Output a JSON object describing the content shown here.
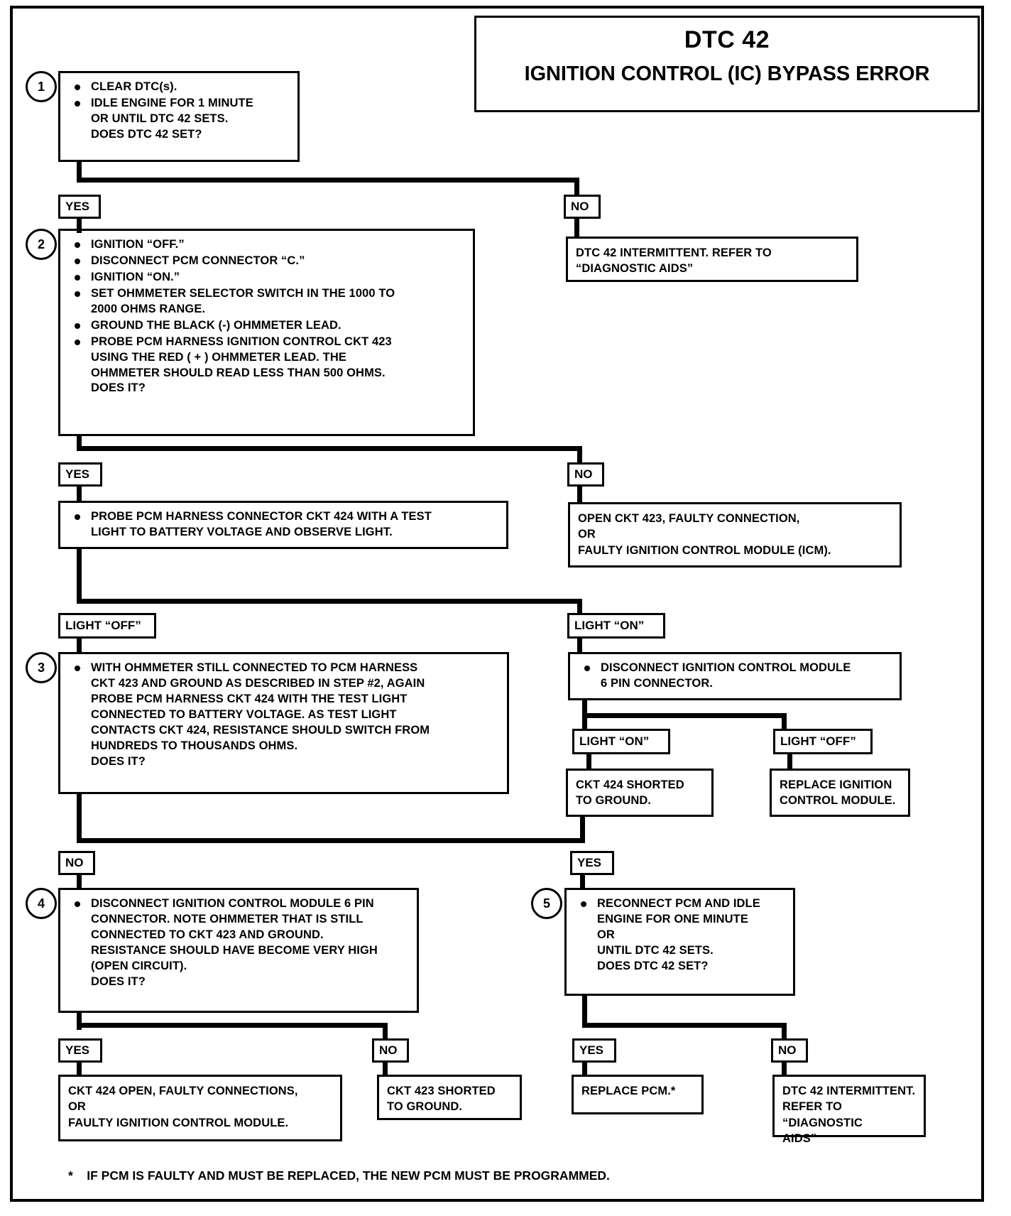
{
  "header": {
    "title_main": "DTC 42",
    "title_sub": "IGNITION CONTROL (IC) BYPASS ERROR"
  },
  "steps": {
    "s1": {
      "number": "1",
      "lines": [
        "CLEAR DTC(s).",
        "IDLE ENGINE FOR 1 MINUTE\nOR UNTIL DTC 42 SETS.\nDOES DTC 42 SET?"
      ]
    },
    "s2": {
      "number": "2",
      "lines": [
        "IGNITION “OFF.”",
        "DISCONNECT PCM CONNECTOR “C.”",
        "IGNITION “ON.”",
        "SET OHMMETER SELECTOR SWITCH IN THE 1000 TO\n2000 OHMS RANGE.",
        "GROUND THE BLACK (-) OHMMETER LEAD.",
        "PROBE PCM HARNESS IGNITION CONTROL CKT 423\nUSING THE RED ( + ) OHMMETER LEAD.  THE\nOHMMETER SHOULD READ LESS THAN 500 OHMS.\nDOES IT?"
      ]
    },
    "s3": {
      "number": "3",
      "lines": [
        "WITH OHMMETER STILL CONNECTED TO PCM HARNESS\nCKT 423 AND GROUND AS DESCRIBED IN STEP #2, AGAIN\nPROBE PCM HARNESS CKT 424 WITH THE TEST LIGHT\nCONNECTED TO BATTERY VOLTAGE.  AS TEST LIGHT\nCONTACTS CKT 424, RESISTANCE SHOULD SWITCH FROM\nHUNDREDS TO THOUSANDS OHMS.\nDOES IT?"
      ]
    },
    "s4": {
      "number": "4",
      "lines": [
        "DISCONNECT IGNITION CONTROL MODULE 6 PIN\nCONNECTOR.  NOTE OHMMETER THAT IS STILL\nCONNECTED TO CKT 423 AND GROUND.\nRESISTANCE SHOULD HAVE BECOME VERY HIGH\n(OPEN CIRCUIT).\nDOES IT?"
      ]
    },
    "s5": {
      "number": "5",
      "lines": [
        "RECONNECT PCM AND IDLE\nENGINE FOR ONE MINUTE\nOR\nUNTIL DTC 42 SETS.\nDOES DTC 42 SET?"
      ]
    },
    "probe424": {
      "lines": [
        "PROBE PCM HARNESS CONNECTOR CKT 424 WITH A TEST\nLIGHT TO BATTERY VOLTAGE AND OBSERVE LIGHT."
      ]
    },
    "disconnect_icm": {
      "lines": [
        "DISCONNECT IGNITION CONTROL MODULE\n6 PIN CONNECTOR."
      ]
    }
  },
  "results": {
    "intermittent_top": "DTC 42 INTERMITTENT.  REFER TO\n“DIAGNOSTIC AIDS”",
    "open_ckt_423": "OPEN CKT 423, FAULTY CONNECTION,\nOR\nFAULTY IGNITION CONTROL MODULE (ICM).",
    "ckt424_shorted": "CKT 424  SHORTED\nTO GROUND.",
    "replace_icm": "REPLACE IGNITION\nCONTROL MODULE.",
    "ckt424_open": "CKT 424 OPEN, FAULTY CONNECTIONS,\nOR\nFAULTY IGNITION CONTROL MODULE.",
    "ckt423_shorted": "CKT 423  SHORTED\nTO GROUND.",
    "replace_pcm": "REPLACE PCM.*",
    "intermittent_bottom": "DTC 42 INTERMITTENT.\nREFER TO “DIAGNOSTIC\nAIDS”"
  },
  "labels": {
    "yes1": "YES",
    "no1": "NO",
    "yes2": "YES",
    "no2": "NO",
    "light_off1": "LIGHT “OFF”",
    "light_on1": "LIGHT “ON”",
    "light_on2": "LIGHT “ON”",
    "light_off2": "LIGHT “OFF”",
    "no3": "NO",
    "yes3": "YES",
    "yes4": "YES",
    "no4": "NO",
    "yes5": "YES",
    "no5": "NO"
  },
  "footnote": "*    IF PCM IS FAULTY AND MUST BE REPLACED, THE NEW PCM MUST BE PROGRAMMED."
}
